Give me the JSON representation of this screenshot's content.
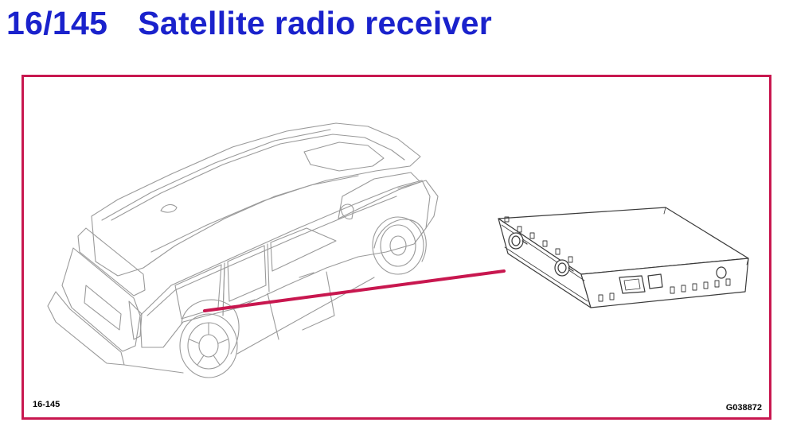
{
  "header": {
    "section_number": "16/145",
    "title": "Satellite radio receiver"
  },
  "figure": {
    "ref_left": "16-145",
    "ref_right": "G038872",
    "car_icon": "suv-outline-icon",
    "module_icon": "satellite-radio-receiver-module-icon",
    "leader_color": "#c8174f",
    "frame_color": "#c8174f",
    "title_color": "#1a22cc"
  }
}
